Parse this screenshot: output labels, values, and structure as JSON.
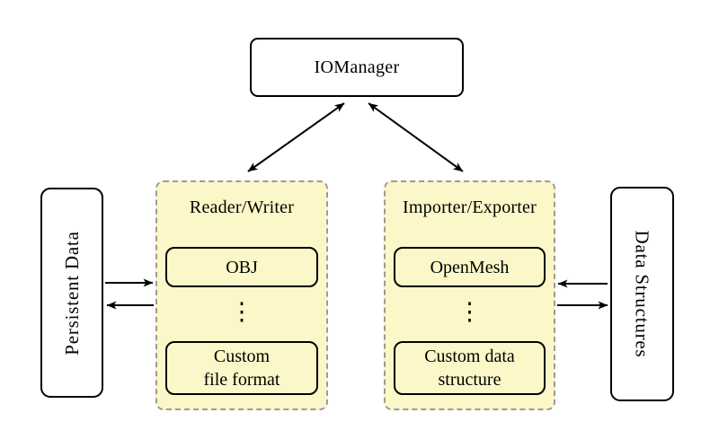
{
  "colors": {
    "background": "#ffffff",
    "node_fill": "#ffffff",
    "node_border": "#000000",
    "group_fill": "#fbf7c8",
    "group_border": "#9b9b9b",
    "arrow": "#000000"
  },
  "diagram": {
    "iomanager": {
      "label": "IOManager"
    },
    "reader_writer": {
      "title": "Reader/Writer",
      "item_top": "OBJ",
      "dots": "⋮",
      "item_bottom_lines": [
        "Custom",
        "file format"
      ]
    },
    "importer_exporter": {
      "title": "Importer/Exporter",
      "item_top": "OpenMesh",
      "dots": "⋮",
      "item_bottom_lines": [
        "Custom data",
        "structure"
      ]
    },
    "persistent_data": {
      "label": "Persistent Data"
    },
    "data_structures": {
      "label": "Data Structures"
    },
    "edges": [
      {
        "from": "IOManager",
        "to": "Reader/Writer",
        "direction": "bidirectional"
      },
      {
        "from": "IOManager",
        "to": "Importer/Exporter",
        "direction": "bidirectional"
      },
      {
        "from": "Persistent Data",
        "to": "Reader/Writer",
        "direction": "forward"
      },
      {
        "from": "Reader/Writer",
        "to": "Persistent Data",
        "direction": "forward"
      },
      {
        "from": "Data Structures",
        "to": "Importer/Exporter",
        "direction": "forward"
      },
      {
        "from": "Importer/Exporter",
        "to": "Data Structures",
        "direction": "forward"
      }
    ]
  }
}
